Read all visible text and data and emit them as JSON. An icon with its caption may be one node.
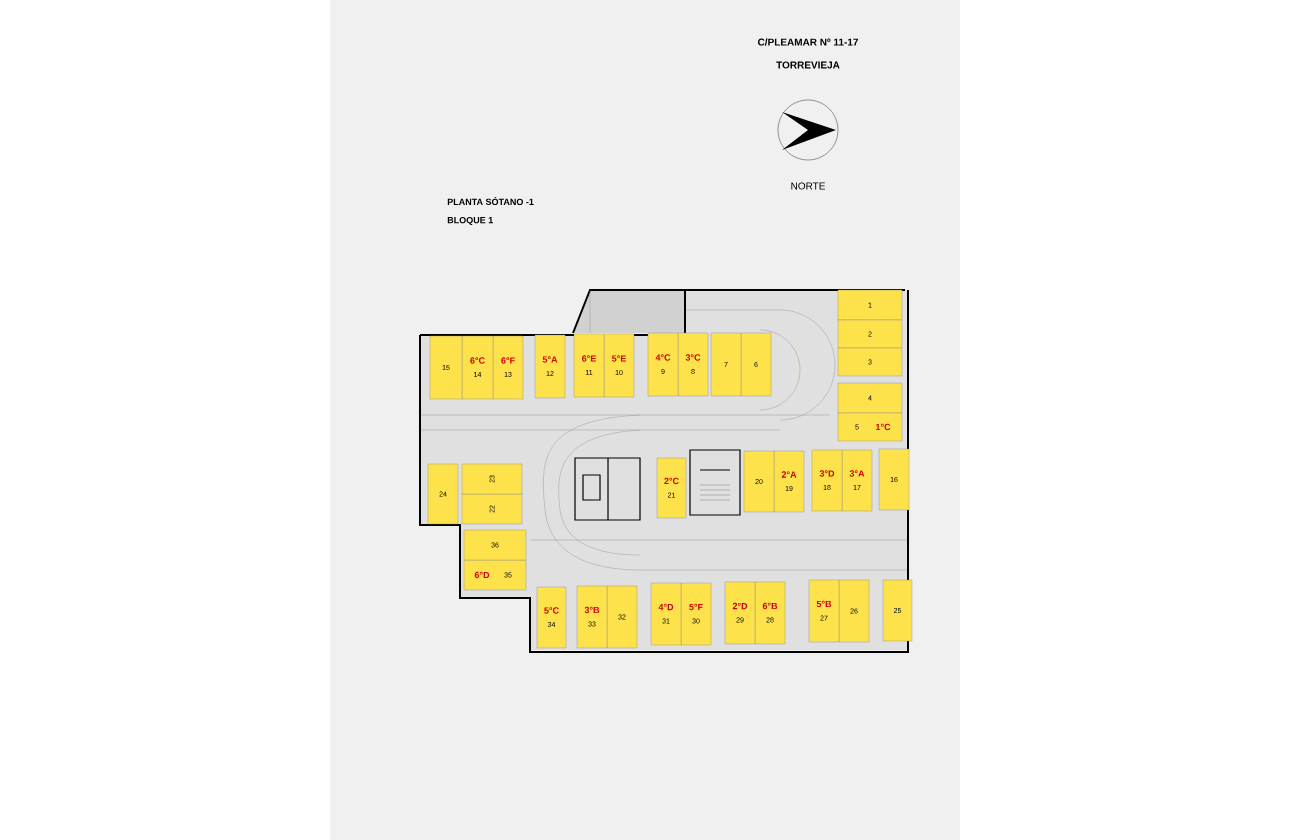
{
  "diagram": {
    "nodes": [
      {
        "text": [
          "1"
        ]
      },
      {
        "text": [
          "2"
        ]
      },
      {
        "text": [
          "3"
        ]
      },
      {
        "text": [
          "4"
        ]
      },
      {
        "text": [
          "5",
          "1°C"
        ]
      },
      {
        "text": [
          "6"
        ]
      },
      {
        "text": [
          "7"
        ]
      },
      {
        "text": [
          "3°C",
          "8"
        ]
      },
      {
        "text": [
          "4°C",
          "9"
        ]
      },
      {
        "text": [
          "5°E",
          "10"
        ]
      },
      {
        "text": [
          "6°E",
          "11"
        ]
      },
      {
        "text": [
          "5°A",
          "12"
        ]
      },
      {
        "text": [
          "6°F",
          "13"
        ]
      },
      {
        "text": [
          "6°C",
          "14"
        ]
      },
      {
        "text": [
          "15"
        ]
      },
      {
        "text": [
          "16"
        ]
      },
      {
        "text": [
          "3°A",
          "17"
        ]
      },
      {
        "text": [
          "3°D",
          "18"
        ]
      },
      {
        "text": [
          "2°A",
          "19"
        ]
      },
      {
        "text": [
          "20"
        ]
      },
      {
        "text": [
          "2°C",
          "21"
        ]
      },
      {
        "text": [
          "22"
        ]
      },
      {
        "text": [
          "23"
        ]
      },
      {
        "text": [
          "24"
        ]
      },
      {
        "text": [
          "25"
        ]
      },
      {
        "text": [
          "26"
        ]
      },
      {
        "text": [
          "5°B",
          "27"
        ]
      },
      {
        "text": [
          "6°B",
          "28"
        ]
      },
      {
        "text": [
          "2°D",
          "29"
        ]
      },
      {
        "text": [
          "5°F",
          "30"
        ]
      },
      {
        "text": [
          "4°D",
          "31"
        ]
      },
      {
        "text": [
          "32"
        ]
      },
      {
        "text": [
          "3°B",
          "33"
        ]
      },
      {
        "text": [
          "5°C",
          "34"
        ]
      },
      {
        "text": [
          "6°D",
          "35"
        ]
      },
      {
        "text": [
          "36"
        ]
      }
    ],
    "labels": [
      "C/PLEAMAR Nº 11-17",
      "TORREVIEJA",
      "NORTE",
      "PLANTA SÓTANO -1",
      "BLOQUE 1"
    ]
  }
}
